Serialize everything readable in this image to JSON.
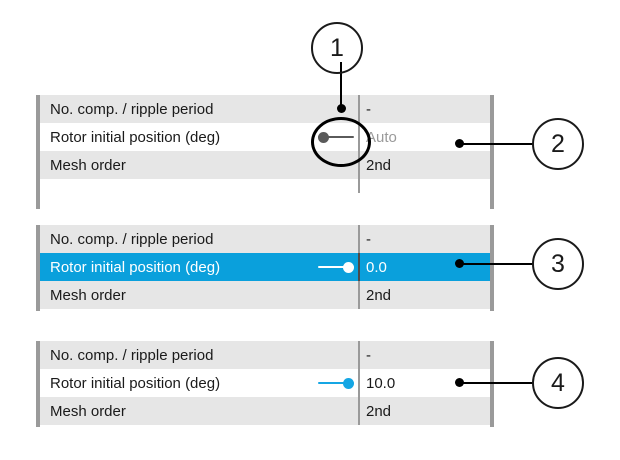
{
  "figure": {
    "kind": "annotated-ui-property-grid-figure"
  },
  "labels": {
    "no_comp": "No. comp. / ripple period",
    "rotor_initial": "Rotor initial position (deg)",
    "mesh_order": "Mesh order"
  },
  "panels": [
    {
      "id": "panel-auto",
      "rows": [
        {
          "name": "No. comp. / ripple period",
          "value": "-",
          "shade": "alt",
          "slider": null,
          "selected": false,
          "value_muted": false
        },
        {
          "name": "Rotor initial position (deg)",
          "value": "Auto",
          "shade": "plain",
          "slider": {
            "style": "s-disabled",
            "knob": "knob-left"
          },
          "selected": false,
          "value_muted": true
        },
        {
          "name": "Mesh order",
          "value": "2nd",
          "shade": "alt",
          "slider": null,
          "selected": false,
          "value_muted": false
        },
        {
          "name": "",
          "value": "",
          "shade": "plain",
          "slider": null,
          "selected": false,
          "value_muted": false
        }
      ]
    },
    {
      "id": "panel-zero",
      "rows": [
        {
          "name": "No. comp. / ripple period",
          "value": "-",
          "shade": "alt",
          "slider": null,
          "selected": false,
          "value_muted": false
        },
        {
          "name": "Rotor initial position (deg)",
          "value": "0.0",
          "shade": "plain",
          "slider": {
            "style": "s-white",
            "knob": "knob-right"
          },
          "selected": true,
          "value_muted": false
        },
        {
          "name": "Mesh order",
          "value": "2nd",
          "shade": "alt",
          "slider": null,
          "selected": false,
          "value_muted": false
        }
      ]
    },
    {
      "id": "panel-ten",
      "rows": [
        {
          "name": "No. comp. / ripple period",
          "value": "-",
          "shade": "alt",
          "slider": null,
          "selected": false,
          "value_muted": false
        },
        {
          "name": "Rotor initial position (deg)",
          "value": "10.0",
          "shade": "plain",
          "slider": {
            "style": "s-blue",
            "knob": "knob-right"
          },
          "selected": false,
          "value_muted": false
        },
        {
          "name": "Mesh order",
          "value": "2nd",
          "shade": "alt",
          "slider": null,
          "selected": false,
          "value_muted": false
        }
      ]
    }
  ],
  "callouts": [
    {
      "id": "callout-1",
      "number": "1"
    },
    {
      "id": "callout-2",
      "number": "2"
    },
    {
      "id": "callout-3",
      "number": "3"
    },
    {
      "id": "callout-4",
      "number": "4"
    }
  ],
  "colors": {
    "selection_blue": "#0aa0dc",
    "slider_blue": "#15a6e4",
    "row_shade": "#e6e6e6",
    "border_gray": "#9a9a9a",
    "muted_text": "#9a9a9a",
    "text": "#1a1a1a",
    "annotation": "#000000"
  }
}
